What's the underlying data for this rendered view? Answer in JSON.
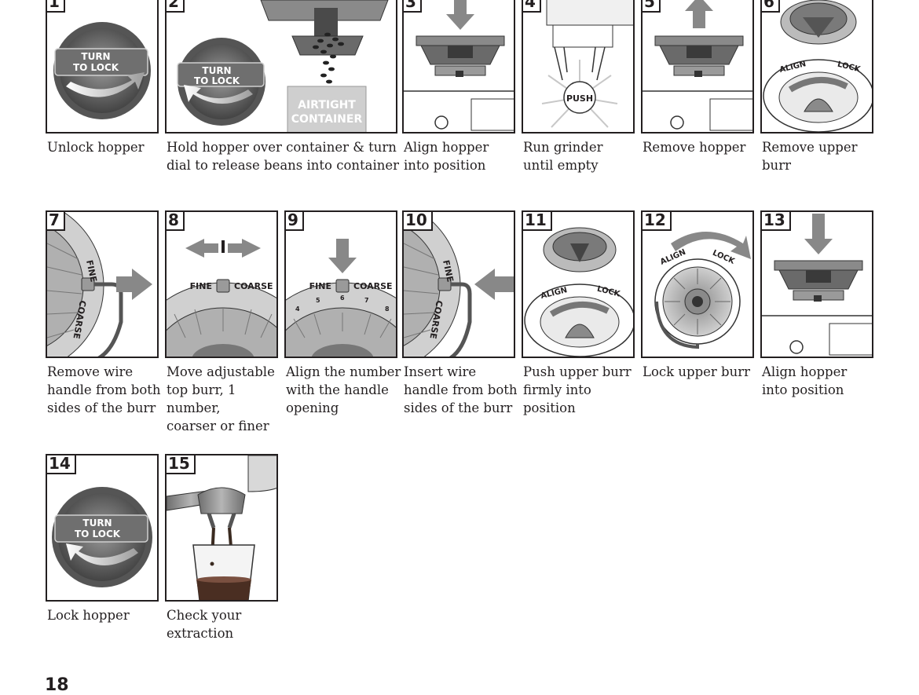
{
  "page_number": "18",
  "steps": [
    {
      "num": "1",
      "caption": "Unlock hopper",
      "dial_text": [
        "TURN",
        "TO LOCK"
      ]
    },
    {
      "num": "2",
      "caption": "Hold hopper over container & turn\ndial to release beans into container",
      "dial_text": [
        "TURN",
        "TO LOCK"
      ],
      "container_text": [
        "AIRTIGHT",
        "CONTAINER"
      ]
    },
    {
      "num": "3",
      "caption": "Align hopper\ninto position"
    },
    {
      "num": "4",
      "caption": "Run grinder\nuntil empty",
      "button_text": "PUSH"
    },
    {
      "num": "5",
      "caption": "Remove hopper"
    },
    {
      "num": "6",
      "caption": "Remove upper\nburr",
      "align_text": "ALIGN",
      "lock_text": "LOCK"
    },
    {
      "num": "7",
      "caption": "Remove wire\nhandle from both\nsides of the burr",
      "fine_text": "FINE",
      "coarse_text": "COARSE"
    },
    {
      "num": "8",
      "caption": "Move adjustable\ntop burr, 1 number,\ncoarser or finer",
      "fine_text": "FINE",
      "coarse_text": "COARSE"
    },
    {
      "num": "9",
      "caption": "Align the number\nwith the handle\nopening",
      "fine_text": "FINE",
      "coarse_text": "COARSE",
      "scale": [
        "4",
        "5",
        "6",
        "7",
        "8"
      ]
    },
    {
      "num": "10",
      "caption": "Insert wire\nhandle from both\nsides of the burr",
      "fine_text": "FINE",
      "coarse_text": "COARSE"
    },
    {
      "num": "11",
      "caption": "Push upper burr\nfirmly into\nposition",
      "align_text": "ALIGN",
      "lock_text": "LOCK"
    },
    {
      "num": "12",
      "caption": "Lock upper burr",
      "align_text": "ALIGN",
      "lock_text": "LOCK"
    },
    {
      "num": "13",
      "caption": "Align hopper\ninto position"
    },
    {
      "num": "14",
      "caption": "Lock hopper",
      "dial_text": [
        "TURN",
        "TO LOCK"
      ]
    },
    {
      "num": "15",
      "caption": "Check your\nextraction"
    }
  ]
}
